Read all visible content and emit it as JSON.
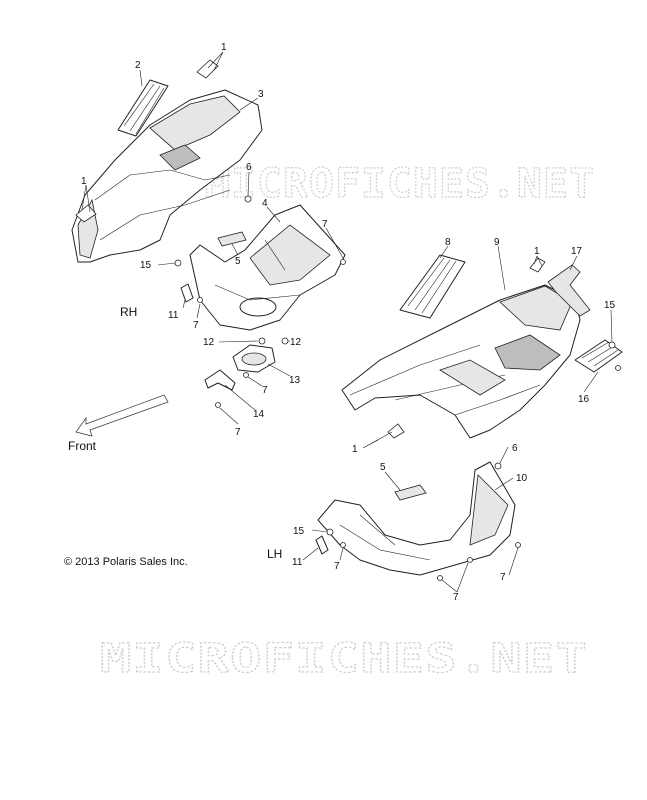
{
  "watermark": "MICROFICHES.NET",
  "labels": {
    "rh": "RH",
    "lh": "LH",
    "front": "Front",
    "copyright": "© 2013 Polaris Sales Inc."
  },
  "callouts": {
    "c1a": "1",
    "c2": "2",
    "c3": "3",
    "c1b": "1",
    "c6a": "6",
    "c4": "4",
    "c7a": "7",
    "c15a": "15",
    "c5a": "5",
    "c11a": "11",
    "c7b": "7",
    "c12a": "12",
    "c12b": "12",
    "c13": "13",
    "c7c": "7",
    "c14": "14",
    "c7d": "7",
    "c8": "8",
    "c9": "9",
    "c1c": "1",
    "c17": "17",
    "c15b": "15",
    "c16": "16",
    "c1d": "1",
    "c6b": "6",
    "c10": "10",
    "c5b": "5",
    "c15c": "15",
    "c11b": "11",
    "c7e": "7",
    "c7f": "7",
    "c7g": "7"
  }
}
